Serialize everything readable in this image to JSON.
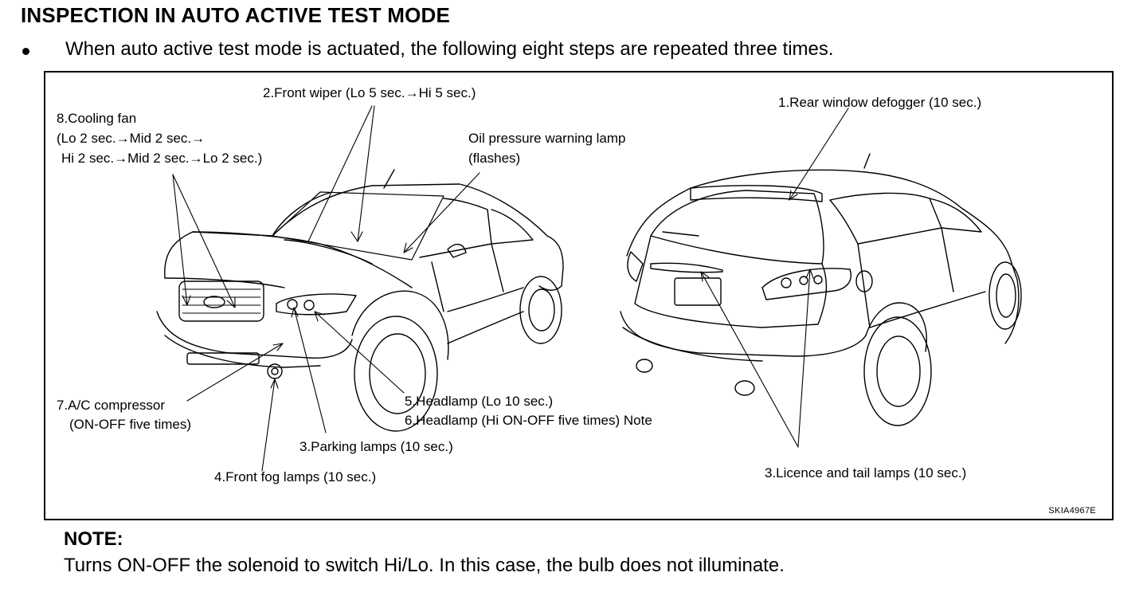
{
  "header": {
    "title": "INSPECTION IN AUTO ACTIVE TEST MODE",
    "bullet_text": "When auto active test mode is actuated, the following eight steps are repeated three times."
  },
  "figure": {
    "labels": {
      "front_wiper": "2.Front wiper (Lo 5 sec.→Hi 5 sec.)",
      "cooling_fan_1": "8.Cooling fan",
      "cooling_fan_2": "(Lo 2 sec.→Mid 2 sec.→",
      "cooling_fan_3": "Hi 2 sec.→Mid 2 sec.→Lo 2 sec.)",
      "oil_lamp_1": "Oil pressure warning lamp",
      "oil_lamp_2": "(flashes)",
      "rear_defogger": "1.Rear window defogger (10 sec.)",
      "ac_compressor_1": "7.A/C compressor",
      "ac_compressor_2": "(ON-OFF five times)",
      "headlamp_lo": "5.Headlamp (Lo 10 sec.)",
      "headlamp_hi": "6.Headlamp (Hi ON-OFF five times) Note",
      "parking_lamps": "3.Parking lamps (10 sec.)",
      "fog_lamps": "4.Front fog lamps (10 sec.)",
      "licence_lamps": "3.Licence and tail lamps (10 sec.)"
    },
    "figure_id": "SKIA4967E"
  },
  "note": {
    "heading": "NOTE:",
    "text": "Turns ON-OFF the solenoid to switch Hi/Lo. In this case, the bulb does not illuminate."
  }
}
